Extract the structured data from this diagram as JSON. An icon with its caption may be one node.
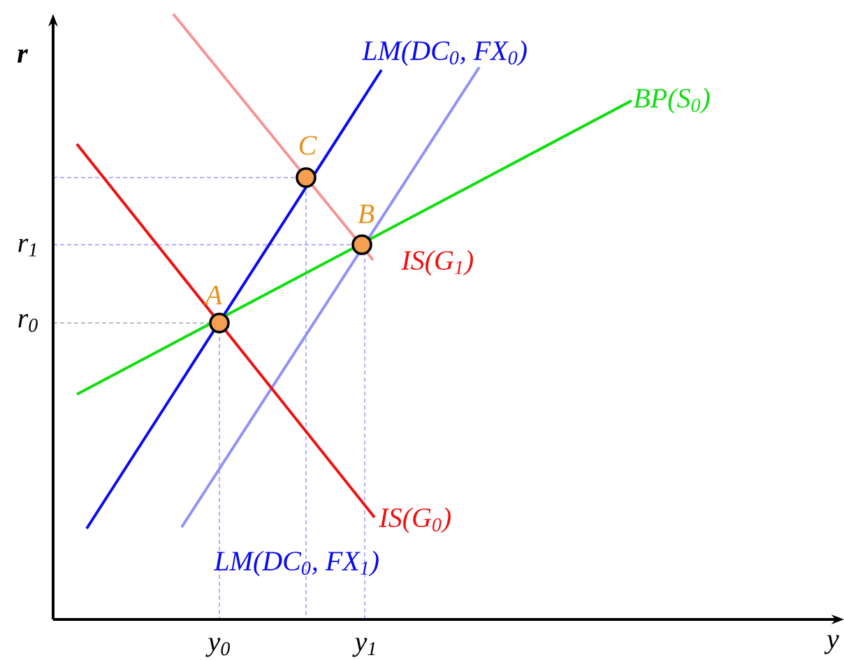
{
  "diagram": {
    "nodes": [
      {
        "text": [],
        "shape": "circle",
        "beside": [
          "A"
        ]
      },
      {
        "text": [],
        "shape": "circle",
        "beside": [
          "B"
        ]
      },
      {
        "text": [],
        "shape": "circle",
        "beside": [
          "C"
        ]
      }
    ],
    "labels": [
      "r",
      "r$_{1}$",
      "r$_{0}$",
      "y$_{0}$",
      "y$_{1}$",
      "y",
      "LM(DC$_{0}$, FX$_{0}$)",
      "BP(S$_{0}$)",
      "IS(G$_{1}$)",
      "IS(G$_{0}$)",
      "LM(DC$_{0}$, FX$_{1}$)"
    ]
  }
}
